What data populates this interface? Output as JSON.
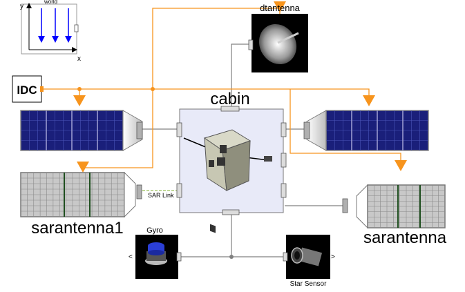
{
  "world": {
    "label": "world",
    "x_axis": "x",
    "y_axis": "y"
  },
  "components": {
    "idc": {
      "label": "IDC"
    },
    "dtantenna": {
      "label": "dtantenna"
    },
    "cabin": {
      "label": "cabin"
    },
    "sarantenna1": {
      "label": "sarantenna1"
    },
    "sarantenna": {
      "label": "sarantenna"
    },
    "gyro": {
      "label": "Gyro"
    },
    "star_sensor": {
      "label": "Star Sensor"
    }
  },
  "connection_label": "SAR Link",
  "colors": {
    "signal": "#f7941d",
    "mechanical": "#808080",
    "world_arrows": "#0000ff",
    "cabin_fill": "#e8eaf8",
    "solar_panel": "#1a1f7a",
    "sar_panel": "#bdbdbd"
  }
}
